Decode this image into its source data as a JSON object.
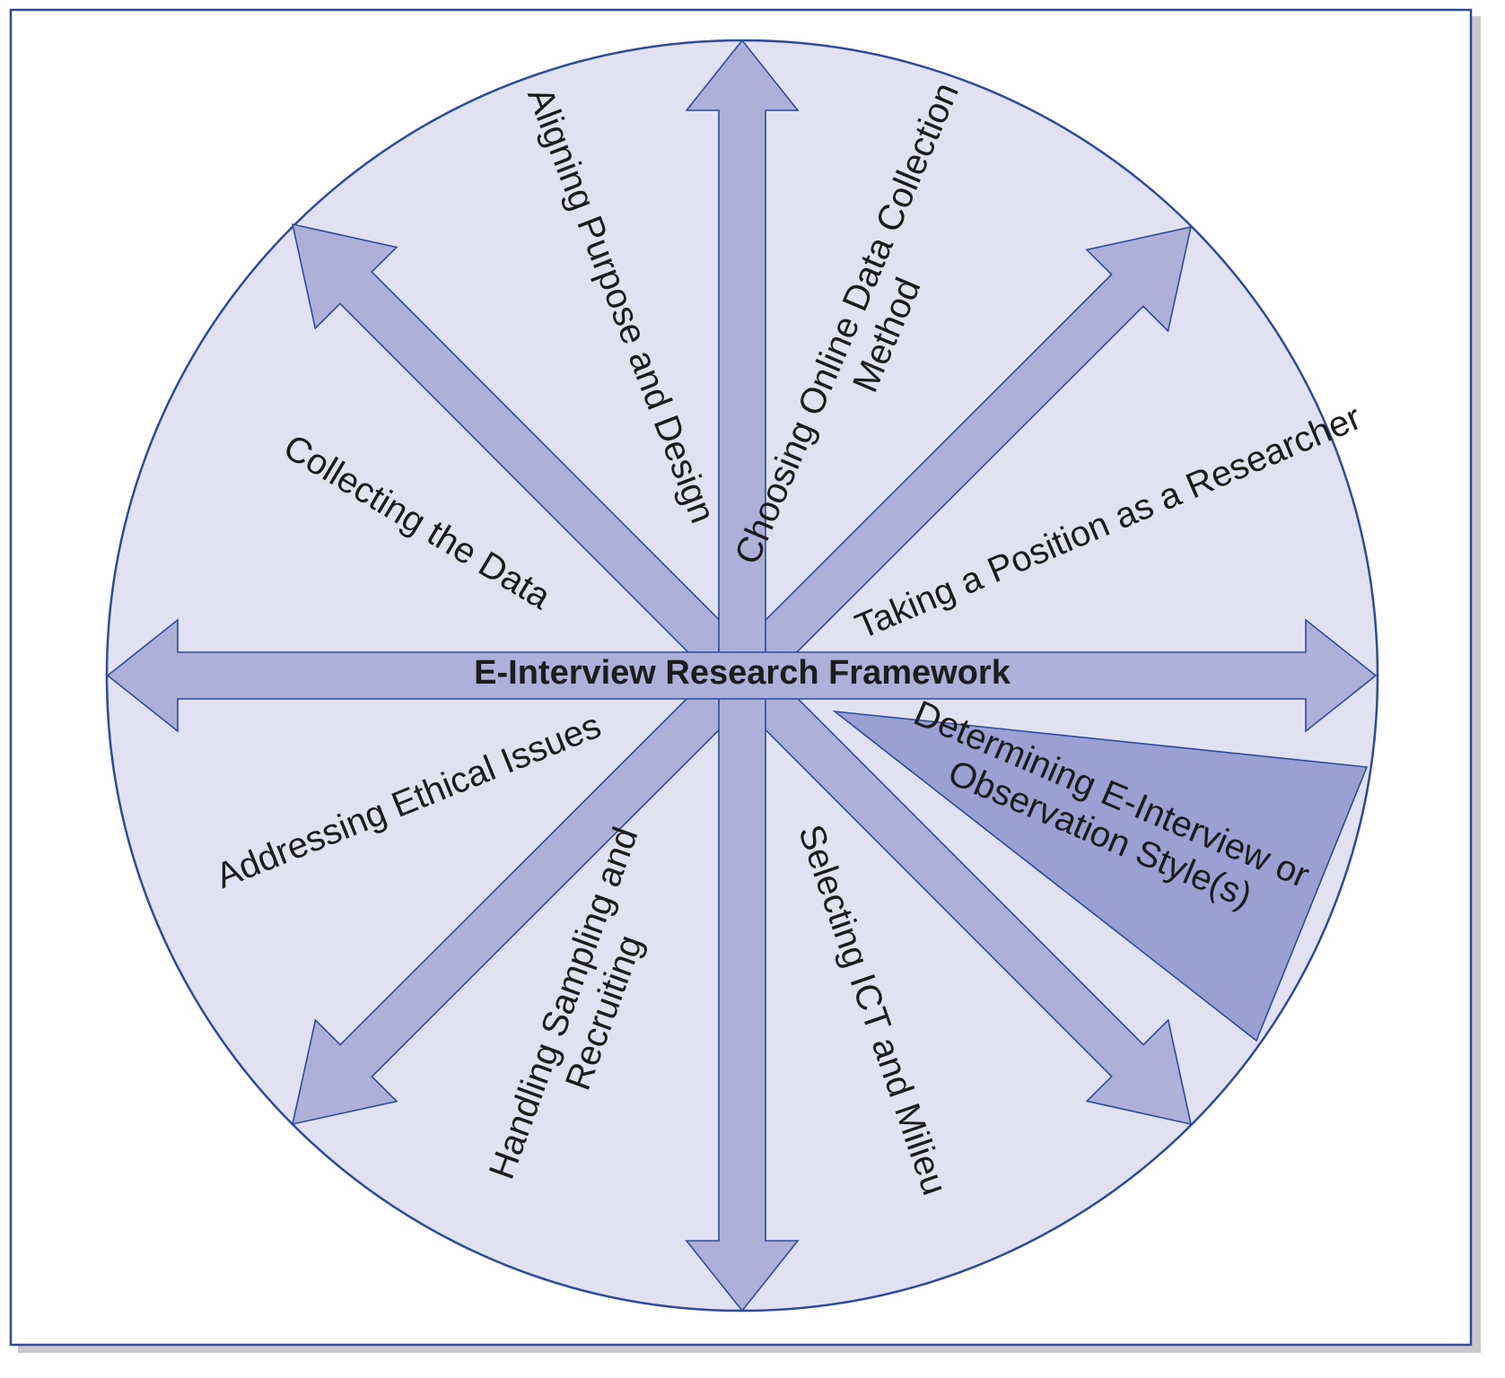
{
  "title": "E-Interview Research Framework",
  "stages": {
    "aligning_purpose": "Aligning Purpose and Design",
    "choosing_method_line1": "Choosing Online Data Collection",
    "choosing_method_line2": "Method",
    "taking_position": "Taking a Position as a Researcher",
    "determining_style_line1": "Determining E-Interview or",
    "determining_style_line2": "Observation Style(s)",
    "selecting_ict": "Selecting ICT and Milieu",
    "handling_sampling_line1": "Handling Sampling and",
    "handling_sampling_line2": "Recruiting",
    "addressing_ethics": "Addressing Ethical Issues",
    "collecting_data": "Collecting the Data"
  },
  "colors": {
    "circle_fill": "#e0e2f1",
    "arrow_fill": "#adb1d9",
    "highlight_wedge_fill": "#9aa0d2",
    "outline": "#2e4a9a"
  }
}
